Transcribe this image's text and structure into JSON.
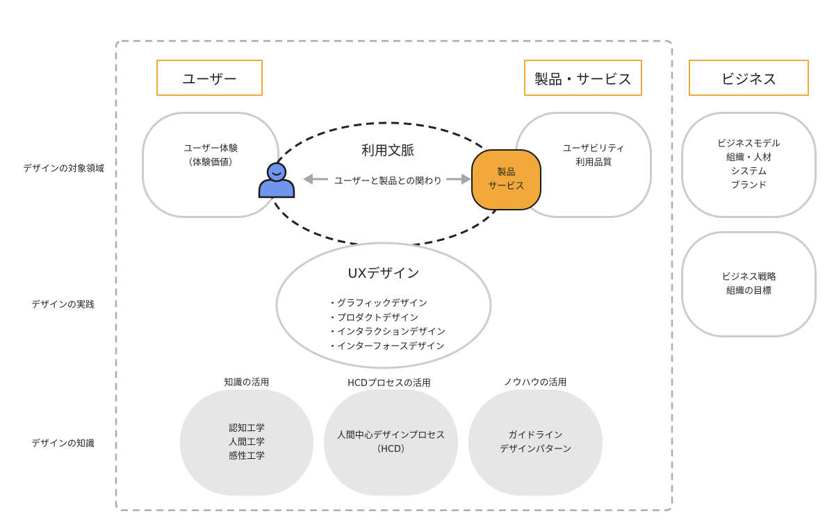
{
  "rows": {
    "target": "デザインの対象領域",
    "practice": "デザインの実践",
    "knowledge": "デザインの知識"
  },
  "headers": {
    "user": "ユーザー",
    "product": "製品・サービス",
    "business": "ビジネス"
  },
  "user_experience": [
    "ユーザー体験",
    "（体験価値）"
  ],
  "usability": [
    "ユーザビリティ",
    "利用品質"
  ],
  "context": {
    "title": "利用文脈",
    "relation": "ユーザーと製品との関わり"
  },
  "product_node": [
    "製品",
    "サービス"
  ],
  "business_model": [
    "ビジネスモデル",
    "組織・人材",
    "システム",
    "ブランド"
  ],
  "business_strategy": [
    "ビジネス戦略",
    "組織の目標"
  ],
  "ux_design": {
    "title": "UXデザイン",
    "items": [
      "・グラフィックデザイン",
      "・プロダクトデザイン",
      "・インタラクションデザイン",
      "・インターフォースデザイン"
    ]
  },
  "knowledge": [
    {
      "label": "知識の活用",
      "lines": [
        "認知工学",
        "人間工学",
        "感性工学"
      ]
    },
    {
      "label": "HCDプロセスの活用",
      "lines": [
        "人間中心デザインプロセス",
        "（HCD）"
      ]
    },
    {
      "label": "ノウハウの活用",
      "lines": [
        "ガイドライン",
        "デザインパターン"
      ]
    }
  ],
  "colors": {
    "accent": "#f2a93b",
    "user_icon": "#6f95ef",
    "pill_border": "#cccccc",
    "knowledge_fill": "#e6e6e6"
  }
}
